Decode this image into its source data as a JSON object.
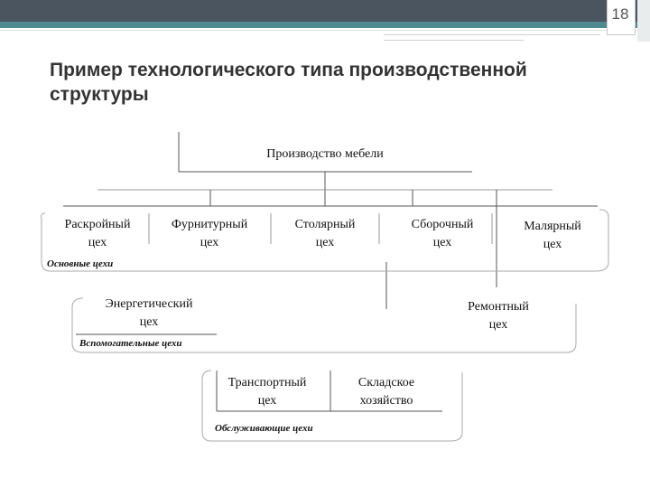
{
  "slide": {
    "page_number": "18",
    "title_line1": "Пример технологического типа производственной",
    "title_line2": "структуры"
  },
  "diagram": {
    "root": "Производство мебели",
    "main_shops": [
      {
        "line1": "Раскройный",
        "line2": "цех"
      },
      {
        "line1": "Фурнитурный",
        "line2": "цех"
      },
      {
        "line1": "Столярный",
        "line2": "цех"
      },
      {
        "line1": "Сборочный",
        "line2": "цех"
      },
      {
        "line1": "Малярный",
        "line2": "цех"
      }
    ],
    "main_group_label": "Основные цехи",
    "auxiliary_shops": [
      {
        "line1": "Энергетический",
        "line2": "цех"
      },
      {
        "line1": "Ремонтный",
        "line2": "цех"
      }
    ],
    "auxiliary_group_label": "Вспомогательные цехи",
    "service_shops": [
      {
        "line1": "Транспортный",
        "line2": "цех"
      },
      {
        "line1": "Складское",
        "line2": "хозяйство"
      }
    ],
    "service_group_label": "Обслуживающие цехи"
  }
}
